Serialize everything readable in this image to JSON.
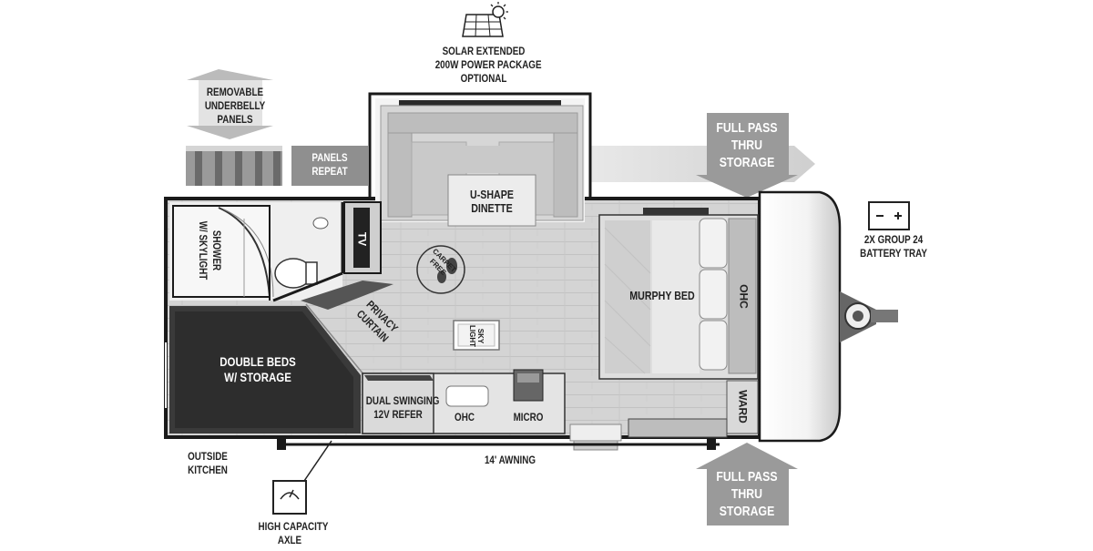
{
  "labels": {
    "solar": [
      "SOLAR EXTENDED",
      "200W POWER PACKAGE",
      "OPTIONAL"
    ],
    "underbelly": [
      "REMOVABLE",
      "UNDERBELLY",
      "PANELS"
    ],
    "panels_repeat": [
      "PANELS",
      "REPEAT"
    ],
    "storage_top": [
      "FULL PASS",
      "THRU",
      "STORAGE"
    ],
    "storage_bottom": [
      "FULL PASS",
      "THRU",
      "STORAGE"
    ],
    "dinette": [
      "U-SHAPE",
      "DINETTE"
    ],
    "battery": [
      "2X GROUP 24",
      "BATTERY TRAY"
    ],
    "shower": [
      "SHOWER",
      "W/ SKYLIGHT"
    ],
    "tv": "TV",
    "carpet_free": [
      "CARPET",
      "FREE"
    ],
    "murphy_bed": "MURPHY BED",
    "ohc_front": "OHC",
    "privacy_curtain": [
      "PRIVACY",
      "CURTAIN"
    ],
    "skylight": [
      "SKY",
      "LIGHT"
    ],
    "double_beds": [
      "DOUBLE BEDS",
      "W/ STORAGE"
    ],
    "refer": [
      "DUAL SWINGING",
      "12V REFER"
    ],
    "ohc_kitchen": "OHC",
    "micro": "MICRO",
    "ward": "WARD",
    "outside_kitchen": [
      "OUTSIDE",
      "KITCHEN"
    ],
    "awning": "14' AWNING",
    "axle": [
      "HIGH CAPACITY",
      "AXLE"
    ]
  }
}
